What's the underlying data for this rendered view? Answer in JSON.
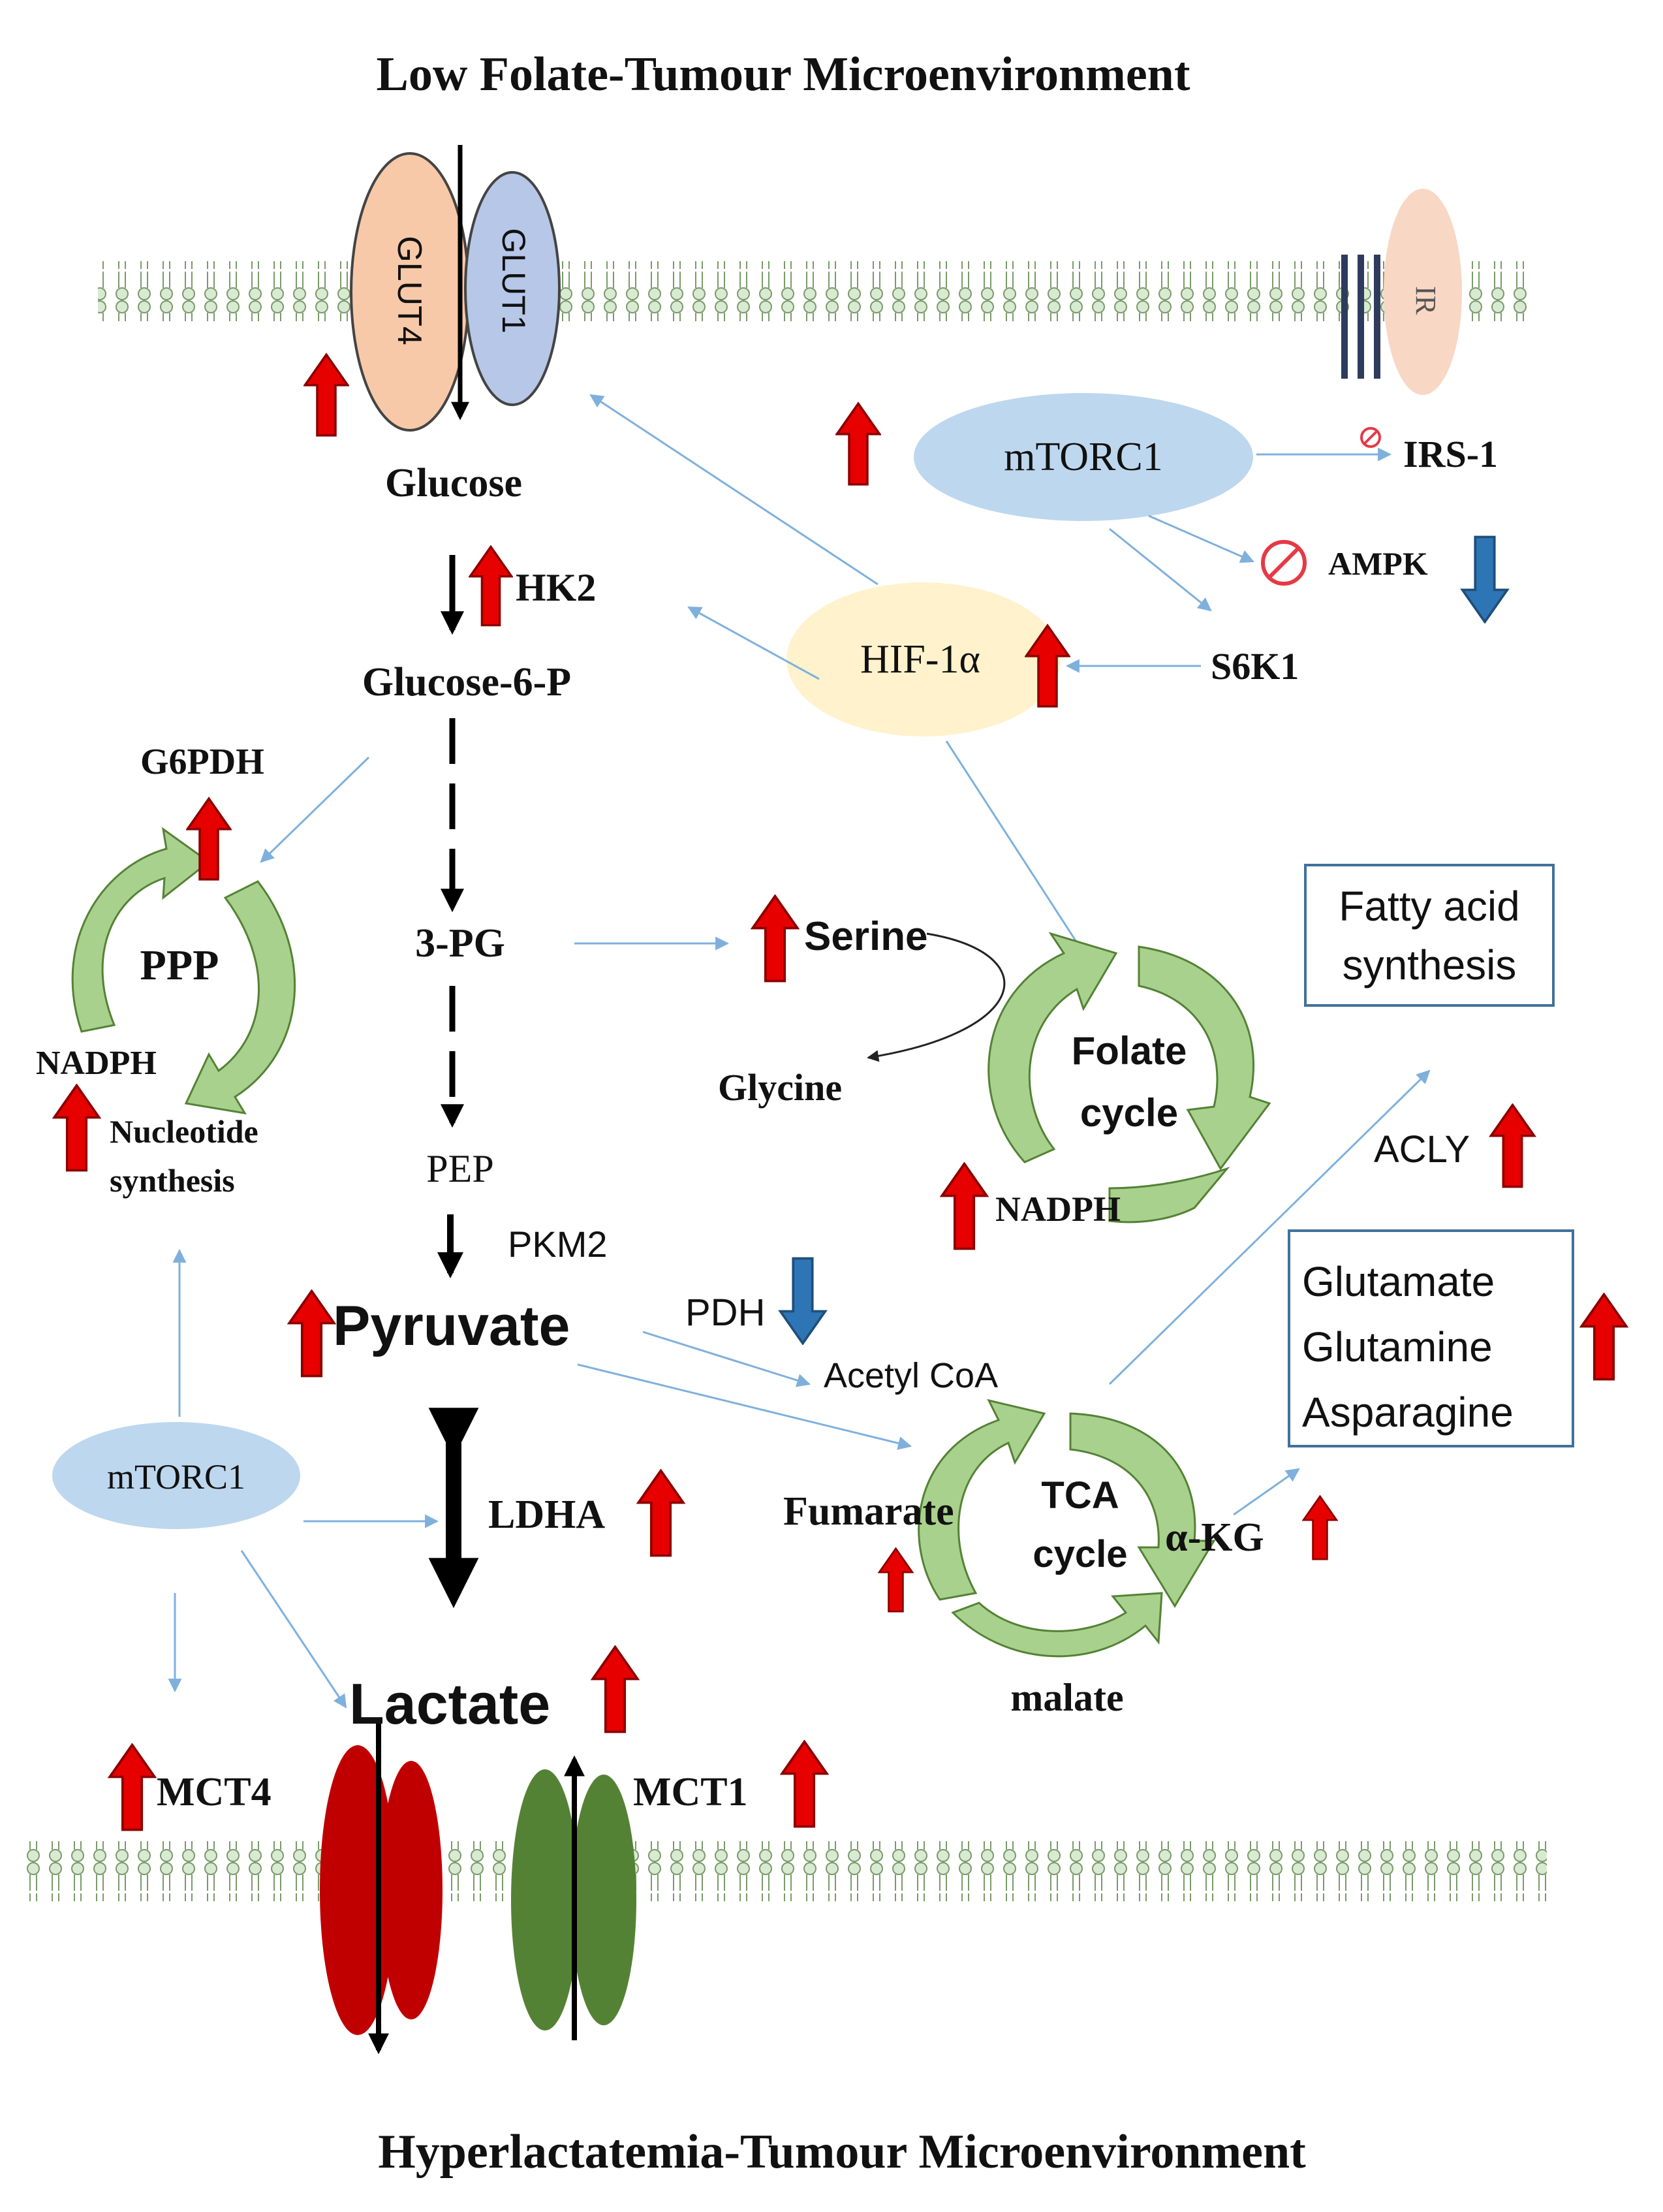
{
  "titles": {
    "top": "Low Folate-Tumour Microenvironment",
    "bottom": "Hyperlactatemia-Tumour Microenvironment"
  },
  "transporters": {
    "glut4": "GLUT4",
    "glut1": "GLUT1",
    "ir": "IR",
    "mct4": "MCT4",
    "mct1": "MCT1"
  },
  "signaling": {
    "mtorc1_top": "mTORC1",
    "mtorc1_left": "mTORC1",
    "irs1": "IRS-1",
    "ampk": "AMPK",
    "s6k1": "S6K1",
    "hif1a": "HIF-1α"
  },
  "glycolysis": {
    "glucose": "Glucose",
    "hk2": "HK2",
    "glucose6p": "Glucose-6-P",
    "pg3": "3-PG",
    "pep": "PEP",
    "pkm2": "PKM2",
    "pyruvate": "Pyruvate",
    "ldha": "LDHA",
    "lactate": "Lactate"
  },
  "ppp": {
    "g6pdh": "G6PDH",
    "label": "PPP",
    "nadph": "NADPH",
    "nucleotide_1": "Nucleotide",
    "nucleotide_2": "synthesis"
  },
  "serine": {
    "serine": "Serine",
    "glycine": "Glycine"
  },
  "folate": {
    "line1": "Folate",
    "line2": "cycle",
    "nadph": "NADPH"
  },
  "fatty_acid": {
    "line1": "Fatty acid",
    "line2": "synthesis",
    "acly": "ACLY"
  },
  "amino_acids": {
    "glutamate": "Glutamate",
    "glutamine": "Glutamine",
    "asparagine": "Asparagine"
  },
  "tca": {
    "pdh": "PDH",
    "acetyl_coa": "Acetyl CoA",
    "line1": "TCA",
    "line2": "cycle",
    "fumarate": "Fumarate",
    "akg": "α-KG",
    "malate": "malate"
  },
  "colors": {
    "up_arrow": "#e60000",
    "down_arrow": "#2e75b6",
    "glut4": "#f7c9a8",
    "glut1": "#b6c7e7",
    "mtorc1": "#bdd7ee",
    "hif1a": "#fff2cc",
    "mct4": "#c00000",
    "mct1": "#548235",
    "membrane": "#d9ead3"
  }
}
